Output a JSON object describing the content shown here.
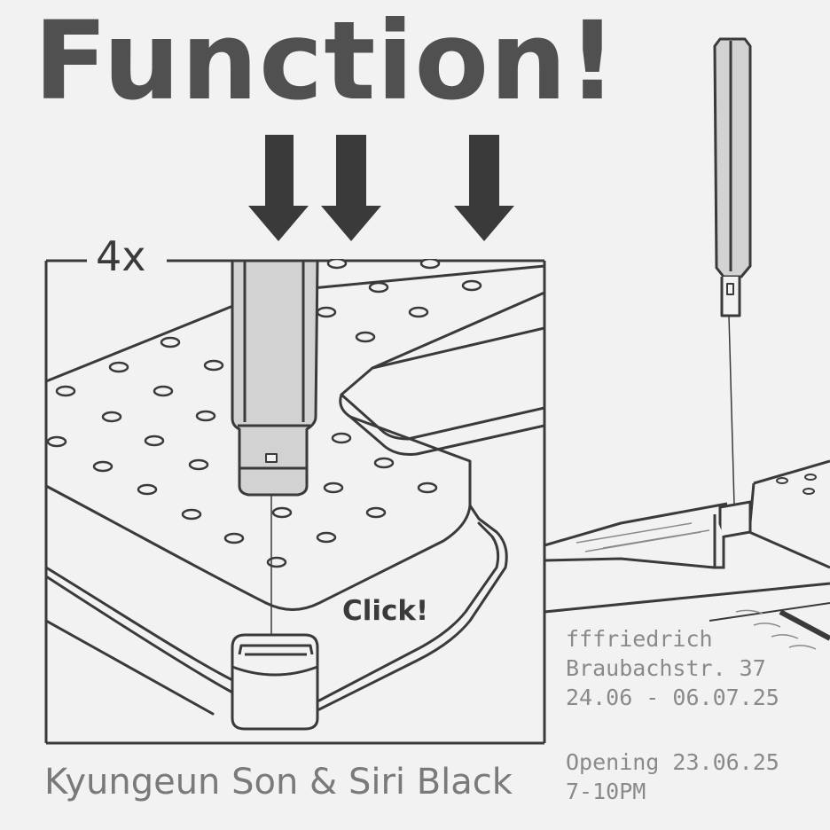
{
  "poster": {
    "title": "Function!",
    "quantity": "4x",
    "click_label": "Click!",
    "venue": {
      "name": "fffriedrich",
      "address": "Braubachstr. 37",
      "dates": "24.06 - 06.07.25"
    },
    "opening": {
      "date": "Opening 23.06.25",
      "time": "7-10PM"
    },
    "artists": "Kyungeun Son & Siri Black"
  },
  "colors": {
    "background": "#f2f2f2",
    "title": "#505050",
    "line_art": "#3a3a3a",
    "info_text": "#8a8a8a"
  }
}
